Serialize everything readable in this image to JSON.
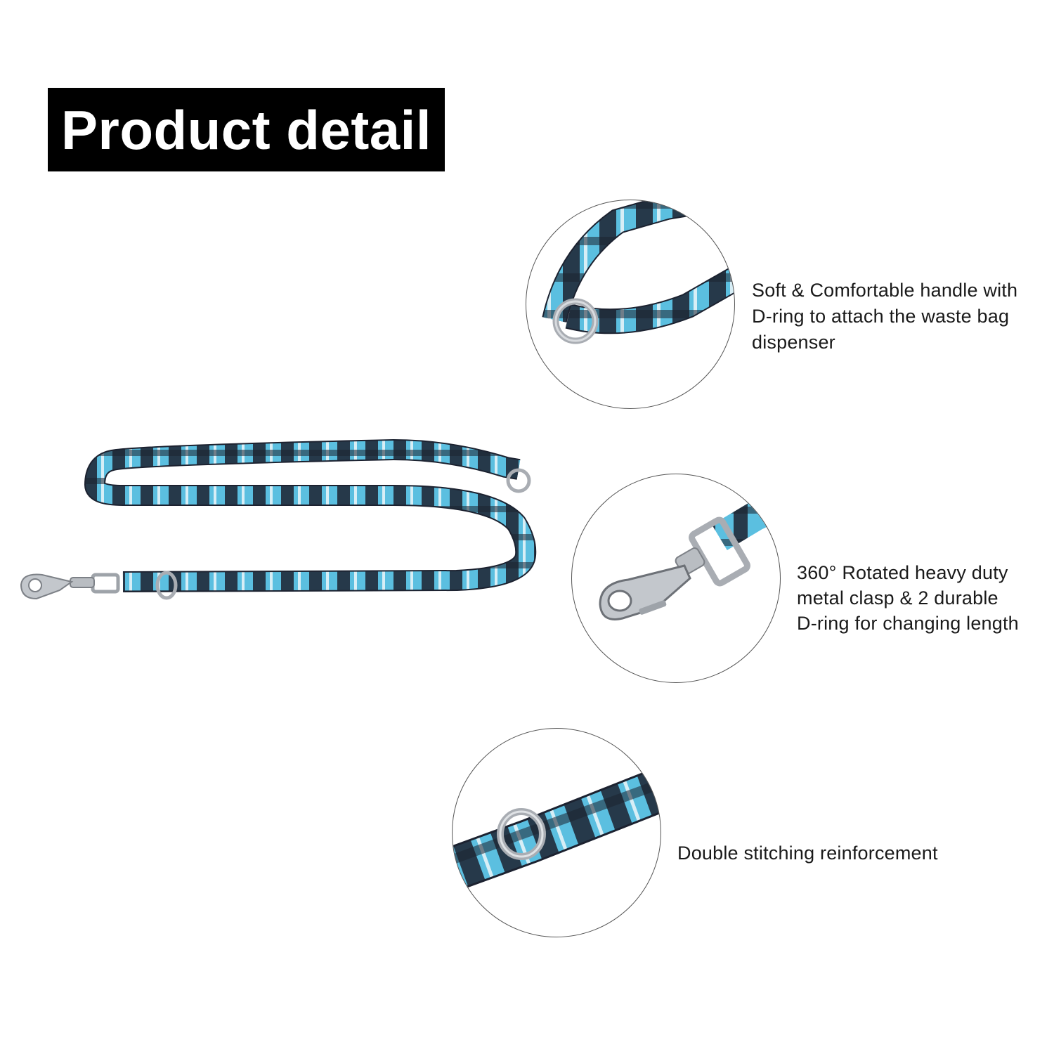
{
  "header": {
    "title": "Product detail"
  },
  "features": [
    {
      "icon": "leash-handle-with-d-ring",
      "caption": "Soft & Comfortable handle with\nD-ring to attach the waste bag\ndispenser"
    },
    {
      "icon": "swivel-metal-clasp",
      "caption": "360° Rotated heavy duty\nmetal clasp & 2 durable\nD-ring for changing length"
    },
    {
      "icon": "d-ring-stitching",
      "caption": "Double stitching reinforcement"
    }
  ],
  "colors": {
    "strap_blue": "#5bbfe0",
    "plaid_dark": "#1c2230",
    "metal": "#a9adb3",
    "title_bg": "#000000",
    "title_text": "#ffffff"
  }
}
